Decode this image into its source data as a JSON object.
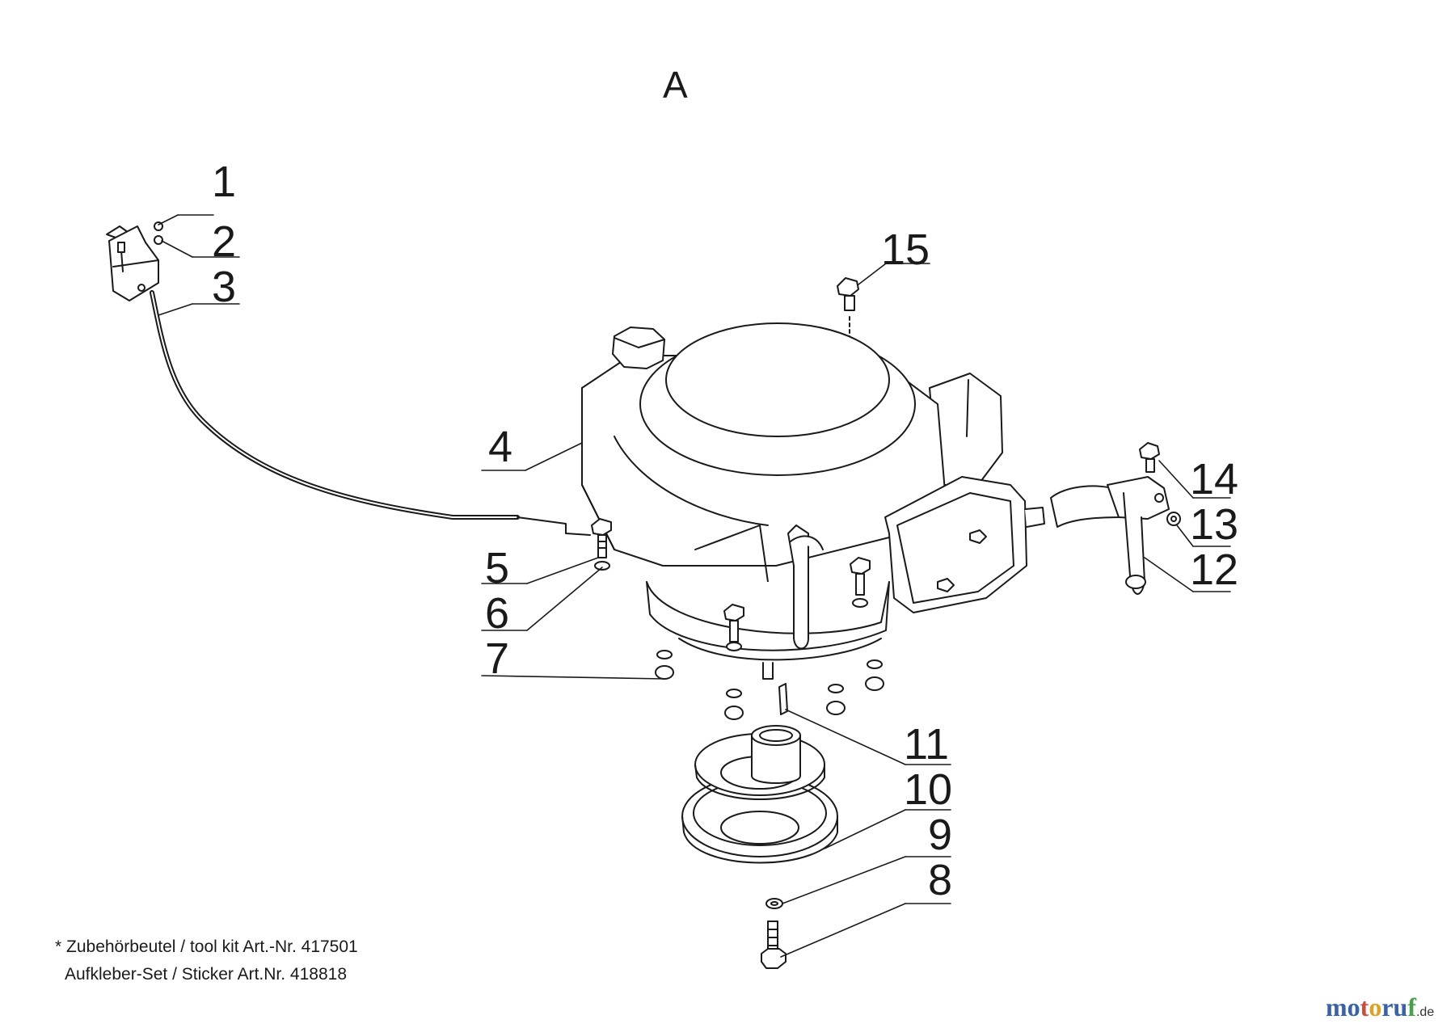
{
  "section_label": "A",
  "callouts": [
    {
      "id": "1",
      "label": "1"
    },
    {
      "id": "2",
      "label": "2"
    },
    {
      "id": "3",
      "label": "3"
    },
    {
      "id": "4",
      "label": "4"
    },
    {
      "id": "5",
      "label": "5"
    },
    {
      "id": "6",
      "label": "6"
    },
    {
      "id": "7",
      "label": "7"
    },
    {
      "id": "8",
      "label": "8"
    },
    {
      "id": "9",
      "label": "9"
    },
    {
      "id": "10",
      "label": "10"
    },
    {
      "id": "11",
      "label": "11"
    },
    {
      "id": "12",
      "label": "12"
    },
    {
      "id": "13",
      "label": "13"
    },
    {
      "id": "14",
      "label": "14"
    },
    {
      "id": "15",
      "label": "15"
    }
  ],
  "footnotes": {
    "line1": "* Zubehörbeutel / tool kit Art.-Nr. 417501",
    "line2": "Aufkleber-Set / Sticker Art.Nr. 418818"
  },
  "brand": {
    "part1": "mo",
    "part2": "t",
    "part3": "o",
    "part4": "ru",
    "part5": "f",
    "tld": ".de"
  },
  "colors": {
    "line": "#1a1a1a",
    "background": "#ffffff"
  }
}
